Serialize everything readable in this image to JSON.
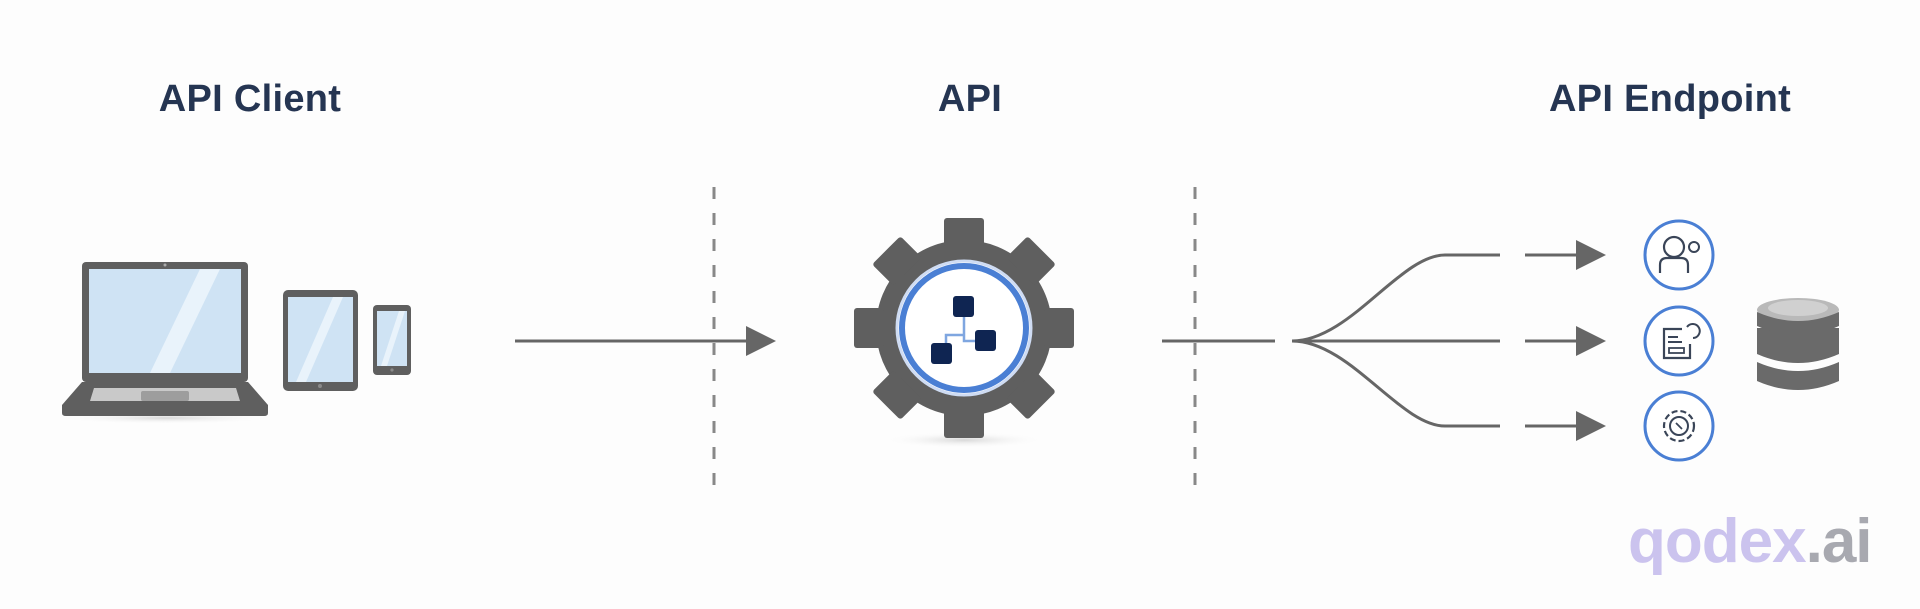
{
  "titles": {
    "client": "API Client",
    "api": "API",
    "endpoint": "API Endpoint"
  },
  "client_devices": [
    "laptop-icon",
    "tablet-icon",
    "phone-icon"
  ],
  "api_icon": "gear-network-icon",
  "endpoint_services": [
    {
      "icon": "user-settings-icon"
    },
    {
      "icon": "document-sync-icon"
    },
    {
      "icon": "gear-settings-icon"
    }
  ],
  "storage_icon": "database-icon",
  "logo": {
    "brand": "qodex",
    "tld": ".ai"
  },
  "colors": {
    "title": "#253552",
    "line": "#666666",
    "accent_blue": "#4a7fd4",
    "device_gray": "#5f5f5f",
    "screen_blue": "#cfe3f4",
    "node_navy": "#0f2552"
  }
}
